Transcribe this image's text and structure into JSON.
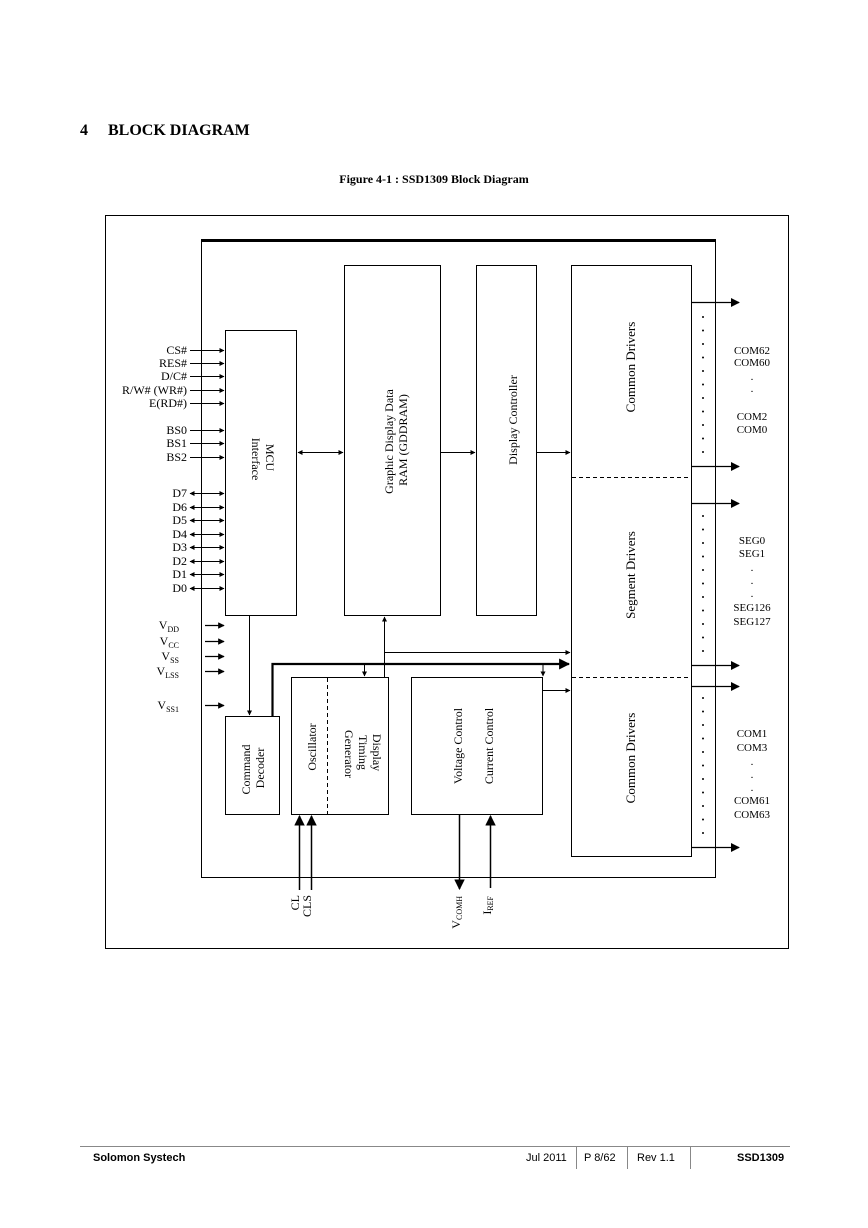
{
  "section": {
    "number": "4",
    "title": "BLOCK DIAGRAM"
  },
  "figure_caption": "Figure 4-1 : SSD1309 Block Diagram",
  "blocks": {
    "mcu_interface": [
      "MCU",
      "Interface"
    ],
    "gddram": [
      "Graphic Display Data",
      "RAM (GDDRAM)"
    ],
    "display_controller": "Display Controller",
    "common_drivers_top": "Common Drivers",
    "segment_drivers": "Segment Drivers",
    "common_drivers_bottom": "Common Drivers",
    "command_decoder": [
      "Command",
      "Decoder"
    ],
    "oscillator": "Oscillator",
    "display_timing_generator": [
      "Display",
      "Timing",
      "Generator"
    ],
    "voltage_control": "Voltage Control",
    "current_control": "Current Control"
  },
  "inputs": {
    "control": [
      "CS#",
      "RES#",
      "D/C#",
      "R/W# (WR#)",
      "E(RD#)"
    ],
    "bus_select": [
      "BS0",
      "BS1",
      "BS2"
    ],
    "data": [
      "D7",
      "D6",
      "D5",
      "D4",
      "D3",
      "D2",
      "D1",
      "D0"
    ],
    "power": [
      {
        "base": "V",
        "sub": "DD"
      },
      {
        "base": "V",
        "sub": "CC"
      },
      {
        "base": "V",
        "sub": "SS"
      },
      {
        "base": "V",
        "sub": "LSS"
      },
      {
        "base": "V",
        "sub": "SS1"
      }
    ]
  },
  "bottom_pins": {
    "cl": "CL",
    "cls": "CLS",
    "vcomh": {
      "base": "V",
      "sub": "COMH"
    },
    "iref": {
      "base": "I",
      "sub": "REF"
    }
  },
  "outputs": {
    "com_top": [
      "COM62",
      "COM60",
      ".",
      ".",
      "COM2",
      "COM0"
    ],
    "seg": [
      "SEG0",
      "SEG1",
      ".",
      ".",
      ".",
      "SEG126",
      "SEG127"
    ],
    "com_bottom": [
      "COM1",
      "COM3",
      ".",
      ".",
      ".",
      "COM61",
      "COM63"
    ]
  },
  "footer": {
    "company": "Solomon Systech",
    "date": "Jul 2011",
    "page": "P 8/62",
    "rev": "Rev 1.1",
    "part": "SSD1309"
  }
}
